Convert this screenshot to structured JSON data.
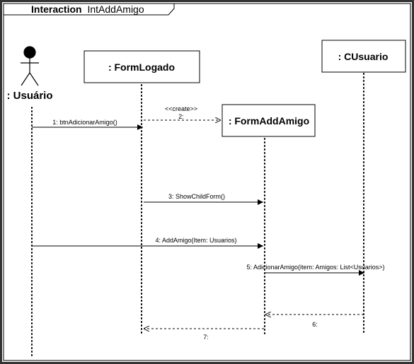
{
  "frame": {
    "keyword": "Interaction",
    "name": "IntAddAmigo"
  },
  "participants": {
    "usuario": ": Usuário",
    "form_logado": ": FormLogado",
    "form_add_amigo": ": FormAddAmigo",
    "cusuario": ": CUsuario"
  },
  "messages": {
    "m1": "1: btnAdicionarAmigo()",
    "m2_stereotype": "<<create>>",
    "m2": "2:",
    "m3": "3: ShowChildForm()",
    "m4": "4: AddAmigo(Item: Usuarios)",
    "m5": "5: AdicionarAmigo(item: Amigos: List<Usuarios>)",
    "m6": "6:",
    "m7": "7:"
  },
  "colors": {
    "border": "#333333",
    "line": "#000000",
    "background": "#ffffff"
  }
}
